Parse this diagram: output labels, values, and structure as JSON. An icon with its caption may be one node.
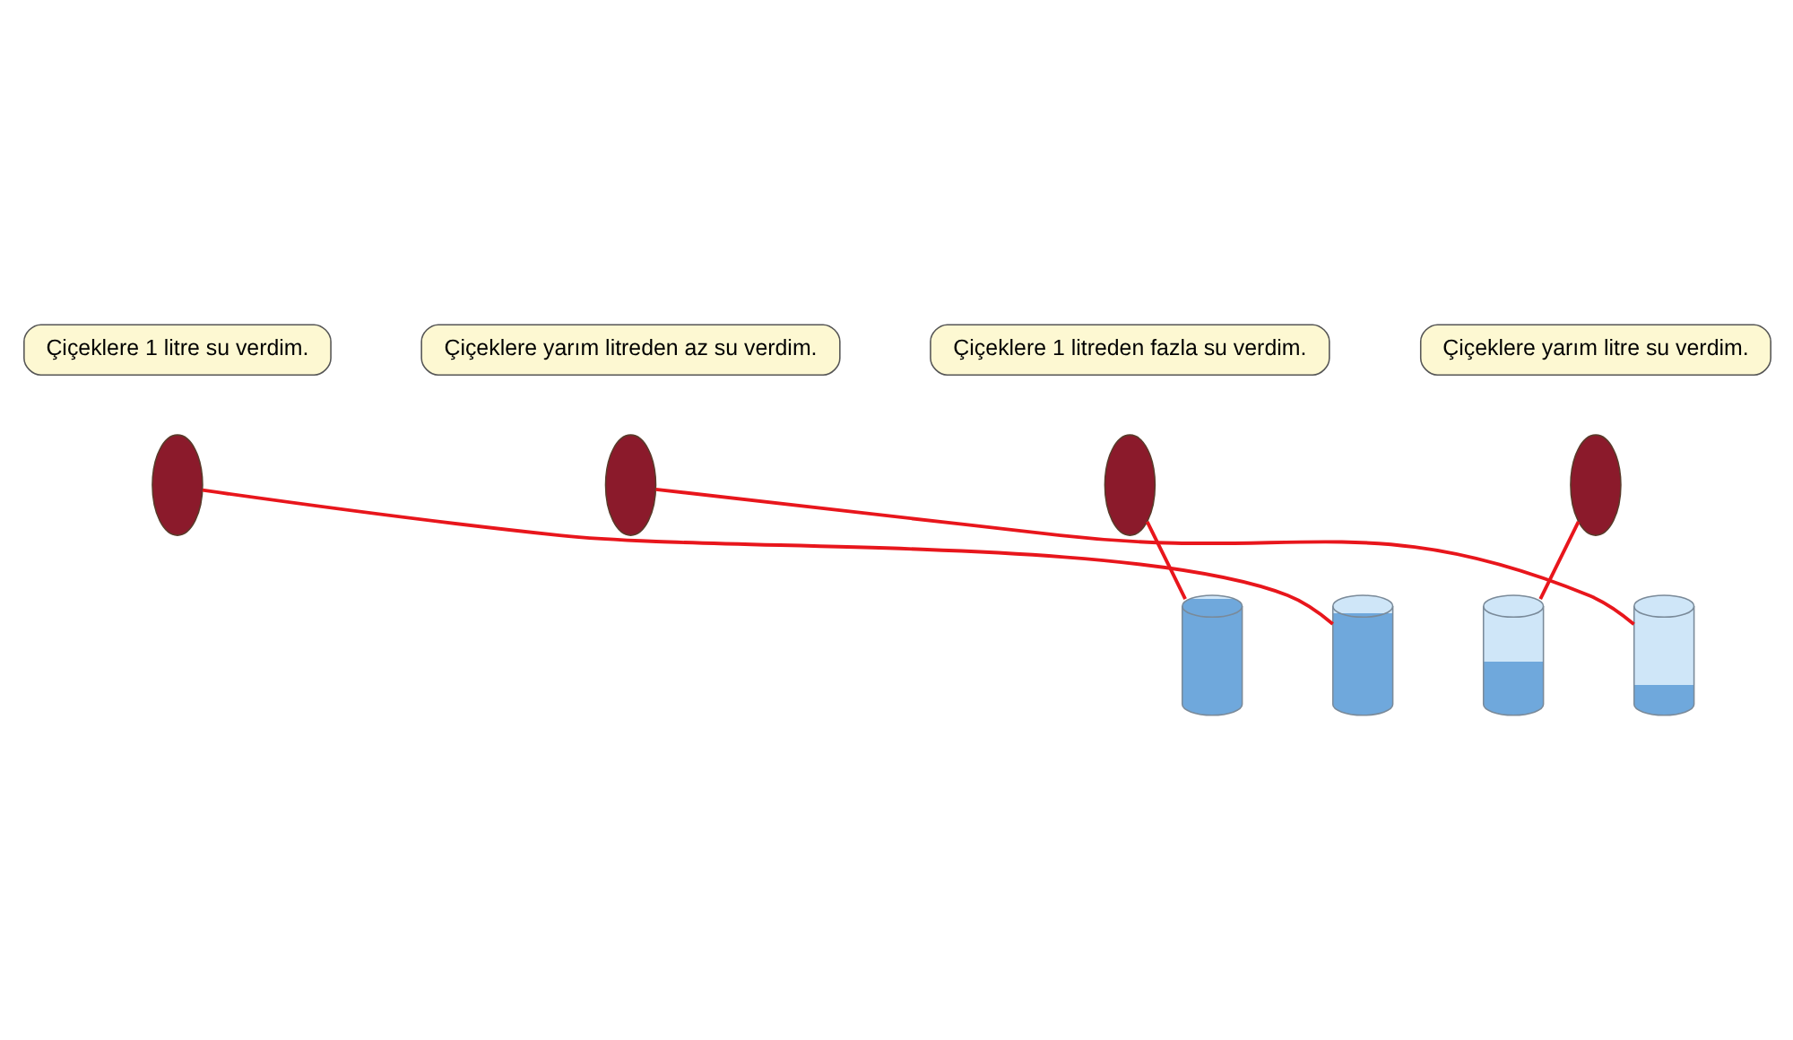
{
  "diagram": {
    "nodes": [
      {
        "text": [
          "Çiçeklere 1 litre su verdim."
        ]
      },
      {
        "text": [
          "Çiçeklere yarım litreden az su verdim."
        ]
      },
      {
        "text": [
          "Çiçeklere 1 litreden fazla su verdim."
        ]
      },
      {
        "text": [
          "Çiçeklere yarım litre su verdim."
        ]
      },
      {
        "text": [],
        "shape": "person"
      },
      {
        "text": [],
        "shape": "person"
      },
      {
        "text": [],
        "shape": "person"
      },
      {
        "text": [],
        "shape": "person"
      },
      {
        "text": [],
        "shape": "cylinder"
      },
      {
        "text": [],
        "shape": "cylinder"
      },
      {
        "text": [],
        "shape": "cylinder"
      },
      {
        "text": [],
        "shape": "cylinder"
      }
    ],
    "edges": [
      {
        "from": 4,
        "to": 9,
        "arrow": "none"
      },
      {
        "from": 5,
        "to": 11,
        "arrow": "none"
      },
      {
        "from": 6,
        "to": 8,
        "arrow": "none"
      },
      {
        "from": 7,
        "to": 10,
        "arrow": "none"
      }
    ]
  }
}
